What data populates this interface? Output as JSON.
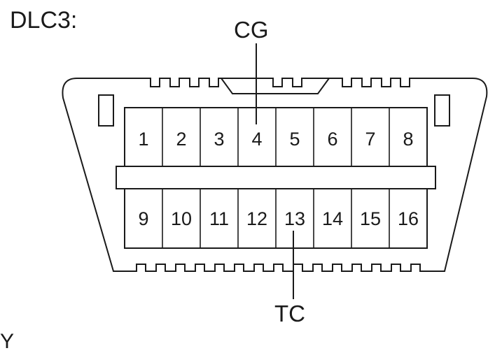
{
  "title": "DLC3:",
  "corner_label": "Y",
  "callouts": {
    "top": {
      "label": "CG",
      "pin": "4"
    },
    "bottom": {
      "label": "TC",
      "pin": "13"
    }
  },
  "connector": {
    "top_row": [
      "1",
      "2",
      "3",
      "4",
      "5",
      "6",
      "7",
      "8"
    ],
    "bottom_row": [
      "9",
      "10",
      "11",
      "12",
      "13",
      "14",
      "15",
      "16"
    ]
  }
}
